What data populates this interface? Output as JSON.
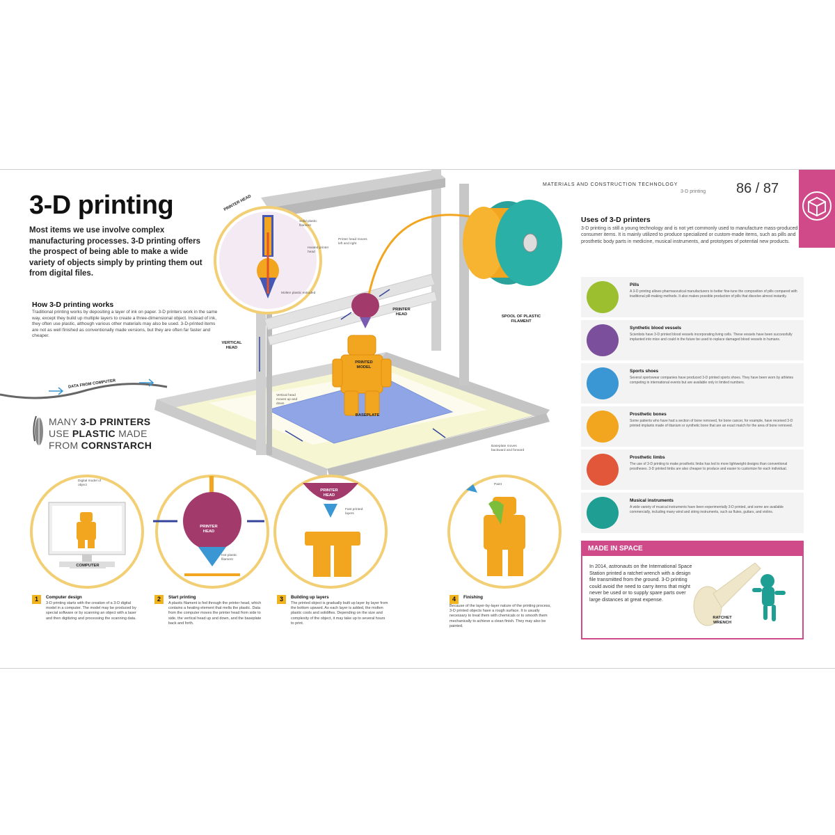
{
  "page": {
    "title": "3-D printing",
    "intro": "Most items we use involve complex manufacturing processes. 3-D printing offers the prospect of being able to make a wide variety of objects simply by printing them out from digital files.",
    "how_heading": "How 3-D printing works",
    "how_body": "Traditional printing works by depositing a layer of ink on paper. 3-D printers work in the same way, except they build up multiple layers to create a three-dimensional object. Instead of ink, they often use plastic, although various other materials may also be used. 3-D-printed items are not as well finished as conventionally made versions, but they are often far faster and cheaper.",
    "corn_line1_a": "MANY ",
    "corn_line1_b": "3-D PRINTERS",
    "corn_line2_a": "USE ",
    "corn_line2_b": "PLASTIC",
    "corn_line2_c": " MADE",
    "corn_line3_a": "FROM ",
    "corn_line3_b": "CORNSTARCH"
  },
  "header": {
    "section": "MATERIALS AND CONSTRUCTION TECHNOLOGY",
    "subsection": "3-D printing",
    "page_numbers": "86 / 87"
  },
  "diagram": {
    "printer_head": "PRINTER HEAD",
    "solid_filament": "Solid plastic filament",
    "heated_head": "Heated printer head",
    "molten_plastic": "Molten plastic extruded",
    "head_moves": "Printer head moves left and right",
    "printer_head_2": "PRINTER HEAD",
    "spool": "SPOOL OF PLASTIC FILAMENT",
    "vertical_head": "VERTICAL HEAD",
    "vertical_desc": "Vertical head moves up and down",
    "printed_model": "PRINTED MODEL",
    "baseplate": "BASEPLATE",
    "baseplate_desc": "Baseplate moves backward and forward",
    "data_label": "DATA FROM COMPUTER"
  },
  "steps": [
    {
      "num": "1",
      "title": "Computer design",
      "desc": "3-D printing starts with the creation of a 3-D digital model in a computer. The model may be produced by special software or by scanning an object with a laser and then digitizing and processing the scanning data."
    },
    {
      "num": "2",
      "title": "Start printing",
      "desc": "A plastic filament is fed through the printer head, which contains a heating element that melts the plastic. Data from the computer moves the printer head from side to side, the vertical head up and down, and the baseplate back and forth."
    },
    {
      "num": "3",
      "title": "Building up layers",
      "desc": "The printed object is gradually built up layer by layer from the bottom upward. As each layer is added, the molten plastic cools and solidifies. Depending on the size and complexity of the object, it may take up to several hours to print."
    },
    {
      "num": "4",
      "title": "Finishing",
      "desc": "Because of the layer-by-layer nature of the printing process, 3-D printed objects have a rough surface. It is usually necessary to treat them with chemicals or to smooth them mechanically to achieve a clean finish. They may also be painted."
    }
  ],
  "step_labels": {
    "digital_model": "Digital model of object",
    "computer": "COMPUTER",
    "printer_head_a": "PRINTER HEAD",
    "hot_plastic": "Hot plastic filament",
    "printer_head_b": "PRINTER HEAD",
    "fast_printed": "Fast printed layers",
    "paint": "Paint"
  },
  "uses": {
    "heading": "Uses of 3-D printers",
    "intro": "3-D printing is still a young technology and is not yet commonly used to manufacture mass-produced consumer items. It is mainly utilized to produce specialized or custom-made items, such as pills and prosthetic body parts in medicine, musical instruments, and prototypes of potential new products.",
    "items": [
      {
        "title": "Pills",
        "desc": "A 3-D printing allows pharmaceutical manufacturers to better fine-tune the composition of pills compared with traditional pill-making methods. It also makes possible production of pills that dissolve almost instantly.",
        "color": "#9bbf2e",
        "icon": "pill-icon"
      },
      {
        "title": "Synthetic blood vessels",
        "desc": "Scientists have 3-D printed blood vessels incorporating living cells. These vessels have been successfully implanted into mice and could in the future be used to replace damaged blood vessels in humans.",
        "color": "#7b4f9c",
        "icon": "blood-vessel-icon"
      },
      {
        "title": "Sports shoes",
        "desc": "Several sportswear companies have produced 3-D printed sports shoes. They have been worn by athletes competing in international events but are available only in limited numbers.",
        "color": "#3b97d3",
        "icon": "shoe-icon"
      },
      {
        "title": "Prosthetic bones",
        "desc": "Some patients who have had a section of bone removed, for bone cancer, for example, have received 3-D printed implants made of titanium or synthetic bone that are an exact match for the area of bone removed.",
        "color": "#f2a51e",
        "icon": "bone-icon"
      },
      {
        "title": "Prosthetic limbs",
        "desc": "The use of 3-D printing to make prosthetic limbs has led to more lightweight designs than conventional prostheses. 3-D printed limbs are also cheaper to produce and easier to customize for each individual.",
        "color": "#e2573a",
        "icon": "hand-icon"
      },
      {
        "title": "Musical instruments",
        "desc": "A wide variety of musical instruments have been experimentally 3-D printed, and some are available commercially, including many wind and string instruments, such as flutes, guitars, and violins.",
        "color": "#1f9e94",
        "icon": "guitar-icon"
      }
    ]
  },
  "space": {
    "heading": "MADE IN SPACE",
    "text": "In 2014, astronauts on the International Space Station printed a ratchet wrench with a design file transmitted from the ground. 3-D printing could avoid the need to carry items that might never be used or to supply spare parts over large distances at great expense.",
    "label": "RATCHET WRENCH"
  },
  "colors": {
    "accent": "#d04a8a",
    "orange": "#f2a51e",
    "frame": "#c8c8c8"
  }
}
